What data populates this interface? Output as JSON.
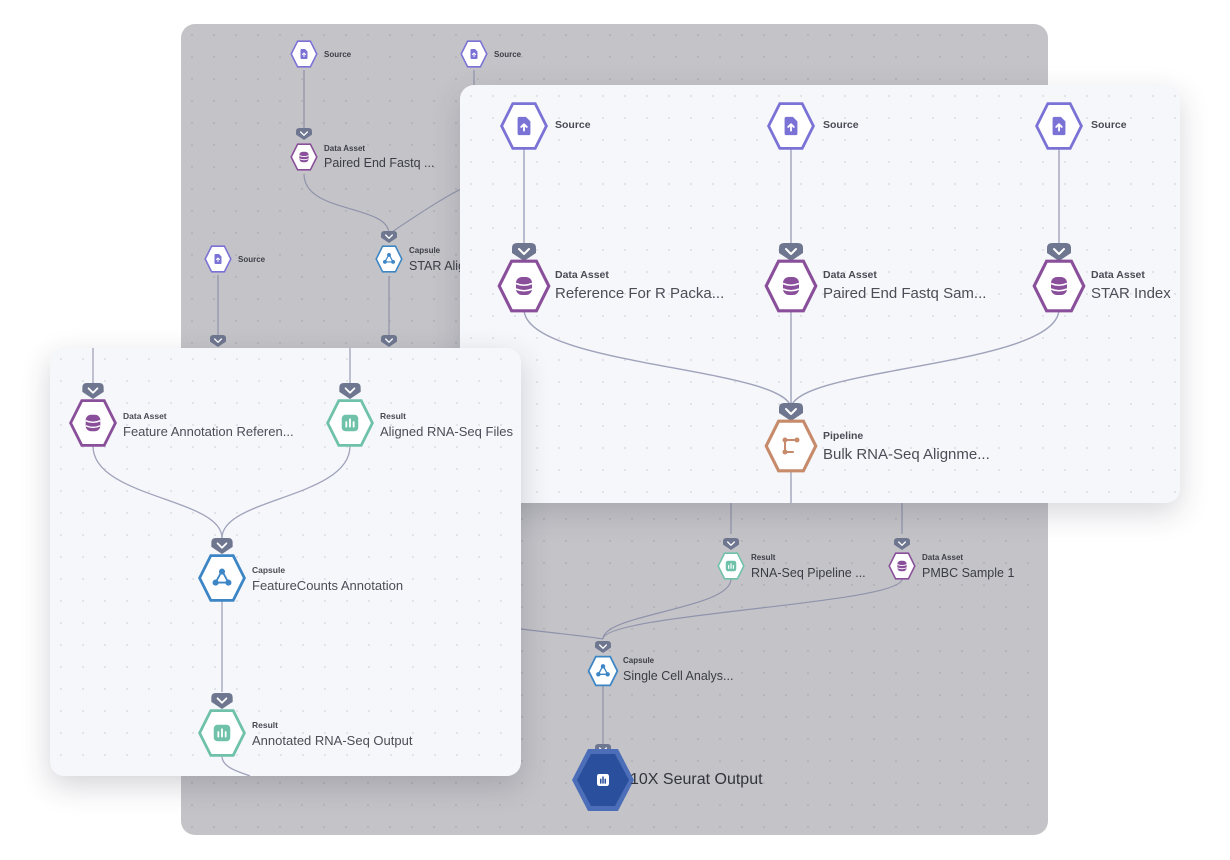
{
  "background_canvas": {
    "nodes": {
      "source_1": {
        "label": "Source"
      },
      "source_2": {
        "label": "Source"
      },
      "source_3": {
        "label": "Source"
      },
      "paired_end": {
        "type": "Data Asset",
        "name": "Paired End Fastq ..."
      },
      "star_capsule": {
        "type": "Capsule",
        "name": "STAR Alig"
      },
      "rnaseq_result": {
        "type": "Result",
        "name": "RNA-Seq Pipeline ..."
      },
      "pmbc": {
        "type": "Data Asset",
        "name": "PMBC Sample 1"
      },
      "single_cell": {
        "type": "Capsule",
        "name": "Single Cell Analys..."
      },
      "seurat": {
        "name": "10X Seurat Output"
      }
    }
  },
  "pipeline_card": {
    "sources": [
      {
        "label": "Source"
      },
      {
        "label": "Source"
      },
      {
        "label": "Source"
      }
    ],
    "assets": [
      {
        "type": "Data Asset",
        "name": "Reference For R Packa..."
      },
      {
        "type": "Data Asset",
        "name": "Paired End Fastq Sam..."
      },
      {
        "type": "Data Asset",
        "name": "STAR Index"
      }
    ],
    "pipeline": {
      "type": "Pipeline",
      "name": "Bulk RNA-Seq Alignme..."
    }
  },
  "capsule_card": {
    "feature_annotation": {
      "type": "Data Asset",
      "name": "Feature Annotation Referen..."
    },
    "aligned_files": {
      "type": "Result",
      "name": "Aligned RNA-Seq Files"
    },
    "featurecounts": {
      "type": "Capsule",
      "name": "FeatureCounts Annotation"
    },
    "annotated_output": {
      "type": "Result",
      "name": "Annotated RNA-Seq Output"
    }
  },
  "colors": {
    "source": "#7b72d6",
    "data_asset": "#8a4f9a",
    "capsule": "#3d86c6",
    "result": "#6fc2a9",
    "pipeline": "#c78a6a",
    "final_output": "#2a4f9c",
    "connector": "#6f7790",
    "edge": "#9fa3bb"
  }
}
